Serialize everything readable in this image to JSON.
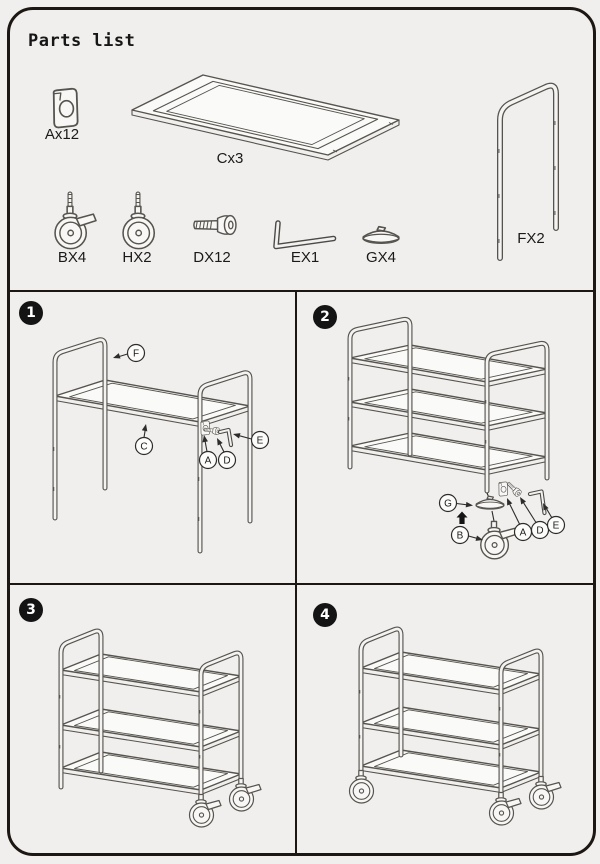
{
  "title": "Parts list",
  "colors": {
    "background": "#f0efed",
    "border": "#1c1712",
    "line": "#57544f",
    "text": "#1a1a1a",
    "badge_fill": "#141414",
    "badge_text": "#ffffff"
  },
  "parts": [
    {
      "label": "Ax12",
      "item": "clip"
    },
    {
      "label": "Cx3",
      "item": "shelf-panel"
    },
    {
      "label": "BX4",
      "item": "caster-with-brake"
    },
    {
      "label": "HX2",
      "item": "caster"
    },
    {
      "label": "DX12",
      "item": "bolt"
    },
    {
      "label": "EX1",
      "item": "hex-key"
    },
    {
      "label": "GX4",
      "item": "dome-cap"
    },
    {
      "label": "FX2",
      "item": "side-frame"
    }
  ],
  "steps": [
    {
      "number": "1",
      "callouts": [
        "F",
        "C",
        "A",
        "D",
        "E"
      ]
    },
    {
      "number": "2",
      "callouts": [
        "G",
        "B",
        "A",
        "D",
        "E"
      ]
    },
    {
      "number": "3",
      "callouts": []
    },
    {
      "number": "4",
      "callouts": []
    }
  ]
}
